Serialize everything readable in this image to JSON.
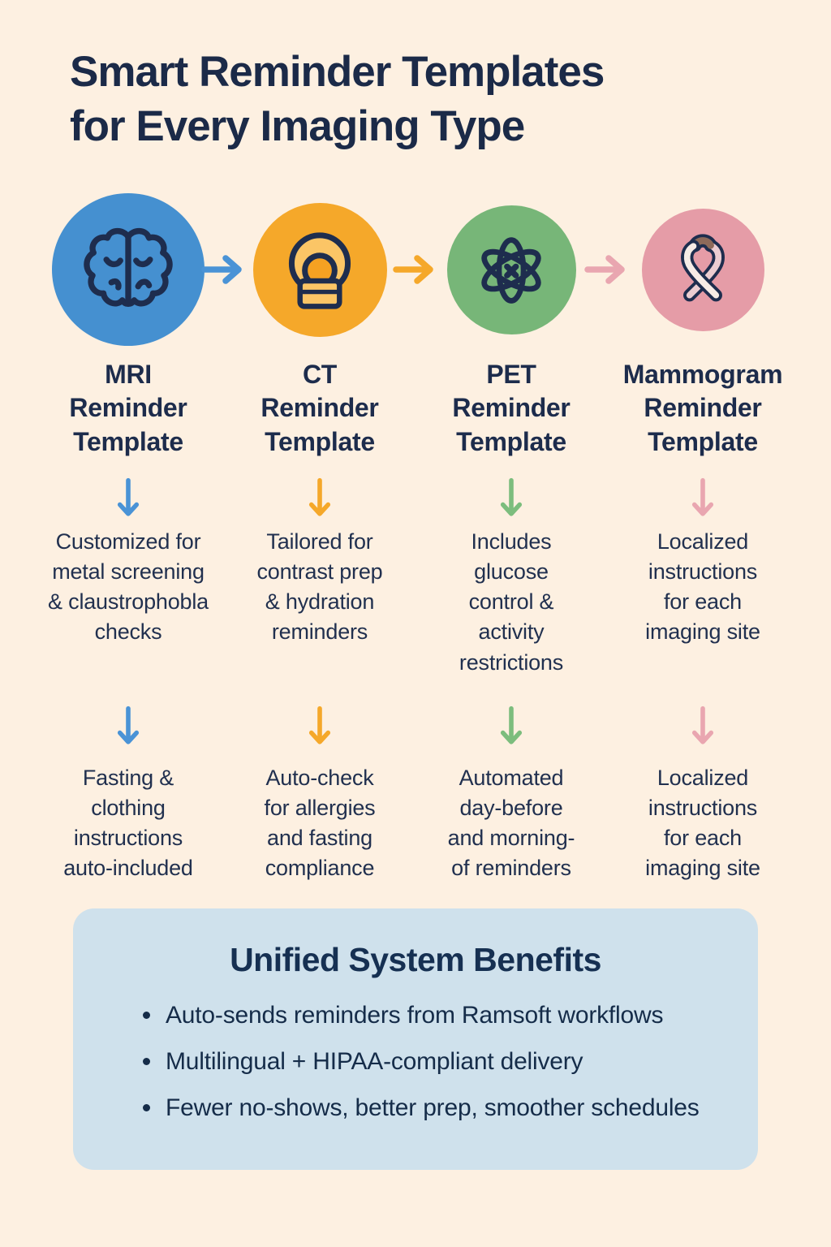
{
  "title": "Smart Reminder Templates\nfor Every Imaging Type",
  "columns": [
    {
      "id": "mri",
      "icon": "brain-icon",
      "circle_color": "#4590d0",
      "arrow_color": "#4a93d6",
      "header": "MRI\nReminder\nTemplate",
      "step1": "Customized for\nmetal screening\n& claustrophobla\nchecks",
      "step2": "Fasting &\nclothing\ninstructions\nauto-included"
    },
    {
      "id": "ct",
      "icon": "ct-scanner-icon",
      "circle_color": "#f5a82a",
      "arrow_color": "#f5a82a",
      "header": "CT\nReminder\nTemplate",
      "step1": "Tailored for\ncontrast prep\n& hydration\nreminders",
      "step2": "Auto-check\nfor allergies\nand fasting\ncompliance"
    },
    {
      "id": "pet",
      "icon": "atom-icon",
      "circle_color": "#77b678",
      "arrow_color": "#7cbd7d",
      "header": "PET\nReminder\nTemplate",
      "step1": "Includes\nglucose\ncontrol &\nactivity\nrestrictions",
      "step2": "Automated\nday-before\nand morning-\nof reminders"
    },
    {
      "id": "mammogram",
      "icon": "ribbon-icon",
      "circle_color": "#e59ca7",
      "arrow_color": "#e9a6b0",
      "header": "Mammogram\nReminder\nTemplate",
      "step1": "Localized\ninstructions\nfor each\nimaging site",
      "step2": "Localized\ninstructions\nfor each\nimaging site"
    }
  ],
  "flow_arrows": [
    {
      "between": "mri-ct",
      "color": "#4a93d6"
    },
    {
      "between": "ct-pet",
      "color": "#f5a82a"
    },
    {
      "between": "pet-mammogram",
      "color": "#e9a6b0"
    }
  ],
  "benefits": {
    "title": "Unified System Benefits",
    "items": [
      "Auto-sends reminders from Ramsoft workflows",
      "Multilingual + HIPAA-compliant delivery",
      "Fewer no-shows, better prep, smoother schedules"
    ]
  },
  "colors": {
    "background": "#fdf0e1",
    "text_navy": "#1b2a48",
    "icon_navy": "#1e2d4e",
    "benefits_box": "#cfe1ec",
    "ct_light_yellow": "#fbc566",
    "ribbon_front": "#f7ece6",
    "ribbon_back": "#eccdd1",
    "ribbon_top": "#8d6a5a"
  }
}
